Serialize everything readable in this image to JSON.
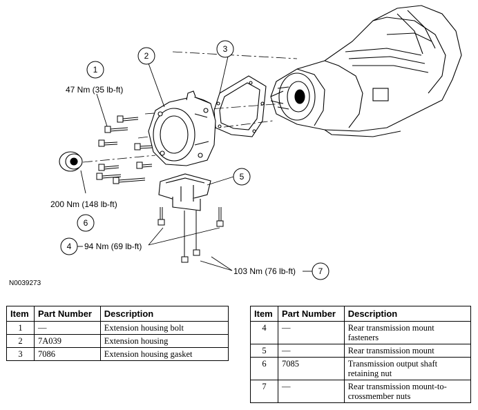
{
  "diagram": {
    "figure_id": "N0039273",
    "callouts": [
      {
        "number": "1",
        "torque": "47 Nm (35 lb-ft)"
      },
      {
        "number": "2",
        "torque": ""
      },
      {
        "number": "3",
        "torque": ""
      },
      {
        "number": "4",
        "torque": "94 Nm (69 lb-ft)"
      },
      {
        "number": "5",
        "torque": ""
      },
      {
        "number": "6",
        "torque": "200 Nm (148 lb-ft)"
      },
      {
        "number": "7",
        "torque": "103 Nm (76 lb-ft)"
      }
    ]
  },
  "tables": {
    "headers": {
      "item": "Item",
      "part_number": "Part Number",
      "description": "Description"
    },
    "left_rows": [
      {
        "item": "1",
        "part_number": "—",
        "description": "Extension housing bolt"
      },
      {
        "item": "2",
        "part_number": "7A039",
        "description": "Extension housing"
      },
      {
        "item": "3",
        "part_number": "7086",
        "description": "Extension housing gasket"
      }
    ],
    "right_rows": [
      {
        "item": "4",
        "part_number": "—",
        "description": "Rear transmission mount fasteners"
      },
      {
        "item": "5",
        "part_number": "—",
        "description": "Rear transmission mount"
      },
      {
        "item": "6",
        "part_number": "7085",
        "description": "Transmission output shaft retaining nut"
      },
      {
        "item": "7",
        "part_number": "—",
        "description": "Rear transmission mount-to-crossmember nuts"
      }
    ]
  }
}
